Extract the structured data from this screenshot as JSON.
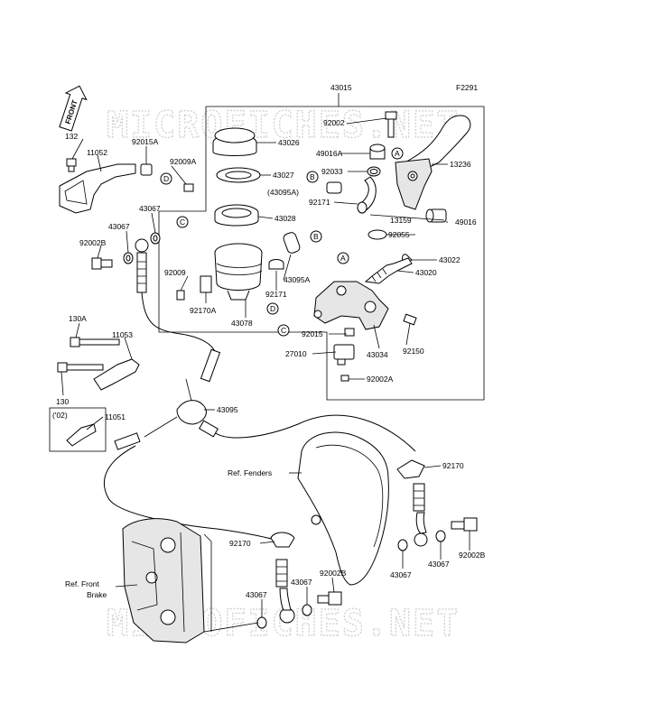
{
  "figure_code": "F2291",
  "watermark": "MICROFICHES.NET",
  "front_label": "FRONT",
  "parts": {
    "p43015": "43015",
    "p92002_top": "92002",
    "p49016A": "49016A",
    "p13236": "13236",
    "p92033": "92033",
    "p43095A_paren": "(43095A)",
    "p92171_a": "92171",
    "p13159": "13159",
    "p92055": "92055",
    "p49016": "49016",
    "p43022": "43022",
    "p43020": "43020",
    "p43026": "43026",
    "p43027": "43027",
    "p43028": "43028",
    "p43095A": "43095A",
    "p92171_b": "92171",
    "p92009": "92009",
    "p92170A": "92170A",
    "p43078": "43078",
    "p92015": "92015",
    "p27010": "27010",
    "p43034": "43034",
    "p92150": "92150",
    "p92002A": "92002A",
    "p132": "132",
    "p11052": "11052",
    "p92015A": "92015A",
    "p92009A": "92009A",
    "p43067_top": "43067",
    "p43067_left": "43067",
    "p92002B_left": "92002B",
    "p130A": "130A",
    "p11053": "11053",
    "p130": "130",
    "p02": "('02)",
    "p11051": "11051",
    "p43095": "43095",
    "p92170_right": "92170",
    "ref_fenders": "Ref. Fenders",
    "p92170_left": "92170",
    "p43067_r1": "43067",
    "p43067_r2": "43067",
    "p92002B_r": "92002B",
    "ref_front_brake_1": "Ref. Front",
    "ref_front_brake_2": "Brake",
    "p43067_b1": "43067",
    "p43067_b2": "43067",
    "p92002B_b": "92002B"
  },
  "callouts": {
    "A1": "A",
    "A2": "A",
    "B1": "B",
    "B2": "B",
    "C1": "C",
    "C2": "C",
    "D1": "D",
    "D2": "D"
  }
}
